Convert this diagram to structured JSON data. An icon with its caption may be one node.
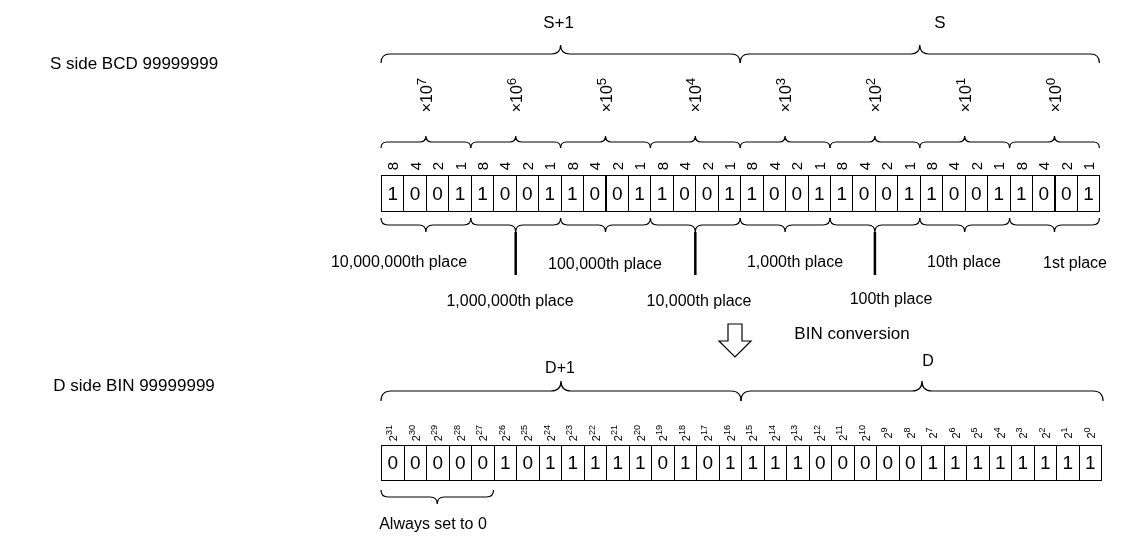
{
  "diagram": {
    "labels": [
      "S+1",
      "S",
      "S side BCD 99999999",
      "×10$^{7}$",
      "×10$^{6}$",
      "×10$^{5}$",
      "×10$^{4}$",
      "×10$^{3}$",
      "×10$^{2}$",
      "×10$^{1}$",
      "×10$^{0}$",
      "8",
      "4",
      "2",
      "1",
      "8",
      "4",
      "2",
      "1",
      "8",
      "4",
      "2",
      "1",
      "8",
      "4",
      "2",
      "1",
      "8",
      "4",
      "2",
      "1",
      "8",
      "4",
      "2",
      "1",
      "8",
      "4",
      "2",
      "1",
      "8",
      "4",
      "2",
      "1",
      "1",
      "0",
      "0",
      "1",
      "1",
      "0",
      "0",
      "1",
      "1",
      "0",
      "0",
      "1",
      "1",
      "0",
      "0",
      "1",
      "1",
      "0",
      "0",
      "1",
      "1",
      "0",
      "0",
      "1",
      "1",
      "0",
      "0",
      "1",
      "1",
      "0",
      "0",
      "1",
      "10,000,000th place",
      "1,000,000th place",
      "100,000th place",
      "10,000th place",
      "1,000th place",
      "100th place",
      "10th place",
      "1st place",
      "BIN conversion",
      "D+1",
      "D",
      "D side BIN 99999999",
      "2$^{31}$",
      "2$^{30}$",
      "2$^{29}$",
      "2$^{28}$",
      "2$^{27}$",
      "2$^{26}$",
      "2$^{25}$",
      "2$^{24}$",
      "2$^{23}$",
      "2$^{22}$",
      "2$^{21}$",
      "2$^{20}$",
      "2$^{19}$",
      "2$^{18}$",
      "2$^{17}$",
      "2$^{16}$",
      "2$^{15}$",
      "2$^{14}$",
      "2$^{13}$",
      "2$^{12}$",
      "2$^{11}$",
      "2$^{10}$",
      "2$^{9}$",
      "2$^{8}$",
      "2$^{7}$",
      "2$^{6}$",
      "2$^{5}$",
      "2$^{4}$",
      "2$^{3}$",
      "2$^{2}$",
      "2$^{1}$",
      "2$^{0}$",
      "0",
      "0",
      "0",
      "0",
      "0",
      "1",
      "0",
      "1",
      "1",
      "1",
      "1",
      "1",
      "0",
      "1",
      "0",
      "1",
      "1",
      "1",
      "1",
      "0",
      "0",
      "0",
      "0",
      "0",
      "1",
      "1",
      "1",
      "1",
      "1",
      "1",
      "1",
      "1",
      "Always set to 0"
    ]
  }
}
